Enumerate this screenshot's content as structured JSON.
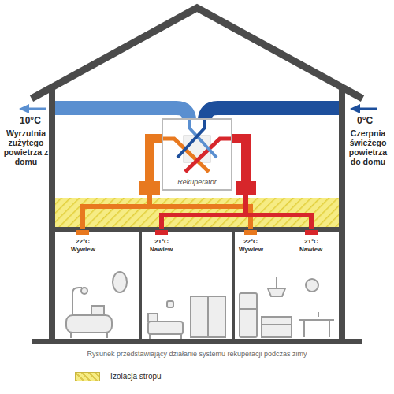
{
  "diagram": {
    "caption": "Rysunek przedstawiający działanie systemu rekuperacji podczas zimy",
    "nodes": [
      {
        "text": [
          "Rekuperator"
        ]
      }
    ],
    "labels": [
      "10°C",
      "Wyrzutnia zużytego powietrza z domu",
      "0°C",
      "Czerpnia świeżego powietrza do domu",
      "22°C",
      "Wywiew",
      "21°C",
      "Nawiew",
      "22°C",
      "Wywiew",
      "21°C",
      "Nawiew"
    ],
    "legend": [
      {
        "text": "- Izolacja stropu",
        "color": "#f6ec84"
      }
    ]
  }
}
